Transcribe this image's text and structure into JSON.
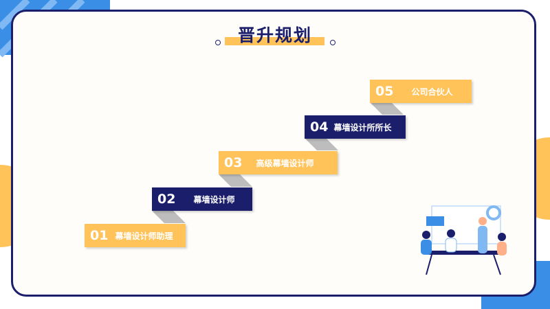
{
  "title": "晋升规划",
  "steps": [
    {
      "number": "01",
      "label": "幕墙设计师助理",
      "color": "orange"
    },
    {
      "number": "02",
      "label": "幕墙设计师",
      "color": "navy"
    },
    {
      "number": "03",
      "label": "高级幕墙设计师",
      "color": "orange"
    },
    {
      "number": "04",
      "label": "幕墙设计所所长",
      "color": "navy"
    },
    {
      "number": "05",
      "label": "公司合伙人",
      "color": "orange"
    }
  ],
  "colors": {
    "navy": "#1b1f6b",
    "orange": "#ffc35a",
    "blue": "#3a8ee6"
  }
}
